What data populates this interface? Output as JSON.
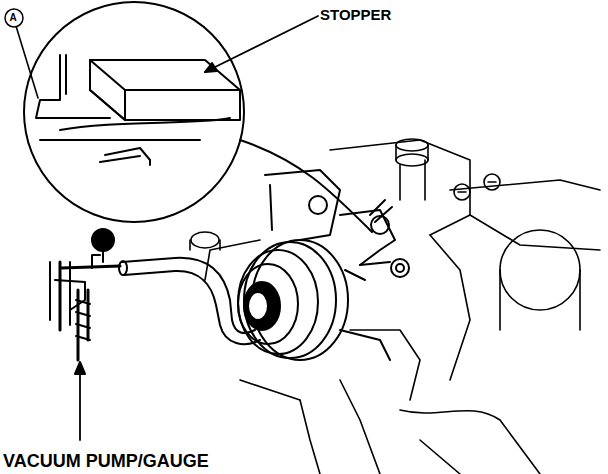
{
  "diagram": {
    "labels": [
      "STOPPER",
      "A",
      "VACUUM PUMP/GAUGE"
    ]
  }
}
